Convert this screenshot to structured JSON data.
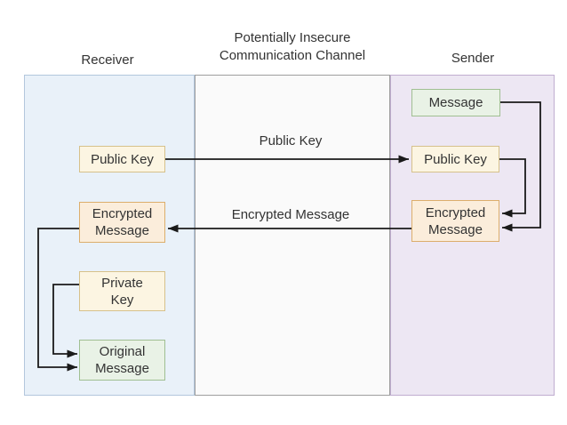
{
  "diagram": {
    "headers": {
      "receiver": "Receiver",
      "channel_line1": "Potentially Insecure",
      "channel_line2": "Communication Channel",
      "sender": "Sender"
    },
    "nodes": {
      "receiver_public_key": {
        "label": "Public Key",
        "color": "yellow"
      },
      "receiver_encrypted_message": {
        "label": "Encrypted\nMessage",
        "color": "orange"
      },
      "receiver_private_key": {
        "label": "Private\nKey",
        "color": "yellow"
      },
      "receiver_original_message": {
        "label": "Original\nMessage",
        "color": "green"
      },
      "sender_message": {
        "label": "Message",
        "color": "green"
      },
      "sender_public_key": {
        "label": "Public Key",
        "color": "yellow"
      },
      "sender_encrypted_message": {
        "label": "Encrypted\nMessage",
        "color": "orange"
      }
    },
    "edge_labels": {
      "public_key": "Public Key",
      "encrypted_message": "Encrypted Message"
    },
    "edges": [
      {
        "from": "receiver_public_key",
        "to": "sender_public_key",
        "label": "Public Key"
      },
      {
        "from": "sender_encrypted_message",
        "to": "receiver_encrypted_message",
        "label": "Encrypted Message"
      },
      {
        "from": "sender_message",
        "to": "sender_encrypted_message",
        "label": ""
      },
      {
        "from": "sender_public_key",
        "to": "sender_encrypted_message",
        "label": ""
      },
      {
        "from": "receiver_encrypted_message",
        "to": "receiver_original_message",
        "label": ""
      },
      {
        "from": "receiver_private_key",
        "to": "receiver_original_message",
        "label": ""
      }
    ],
    "palette": {
      "receiver_lane_fill": "#e9f1f9",
      "receiver_lane_border": "#b3c7dd",
      "channel_lane_fill": "#fafafa",
      "channel_lane_border": "#9e9e9e",
      "sender_lane_fill": "#ede7f3",
      "sender_lane_border": "#c0add0",
      "yellow_node_fill": "#fcf5e2",
      "yellow_node_border": "#d6c18b",
      "orange_node_fill": "#fbeddb",
      "orange_node_border": "#dcae6c",
      "green_node_fill": "#e9f2e6",
      "green_node_border": "#a0bf92",
      "edge_color": "#1a1a1a",
      "text_color": "#333333"
    }
  }
}
